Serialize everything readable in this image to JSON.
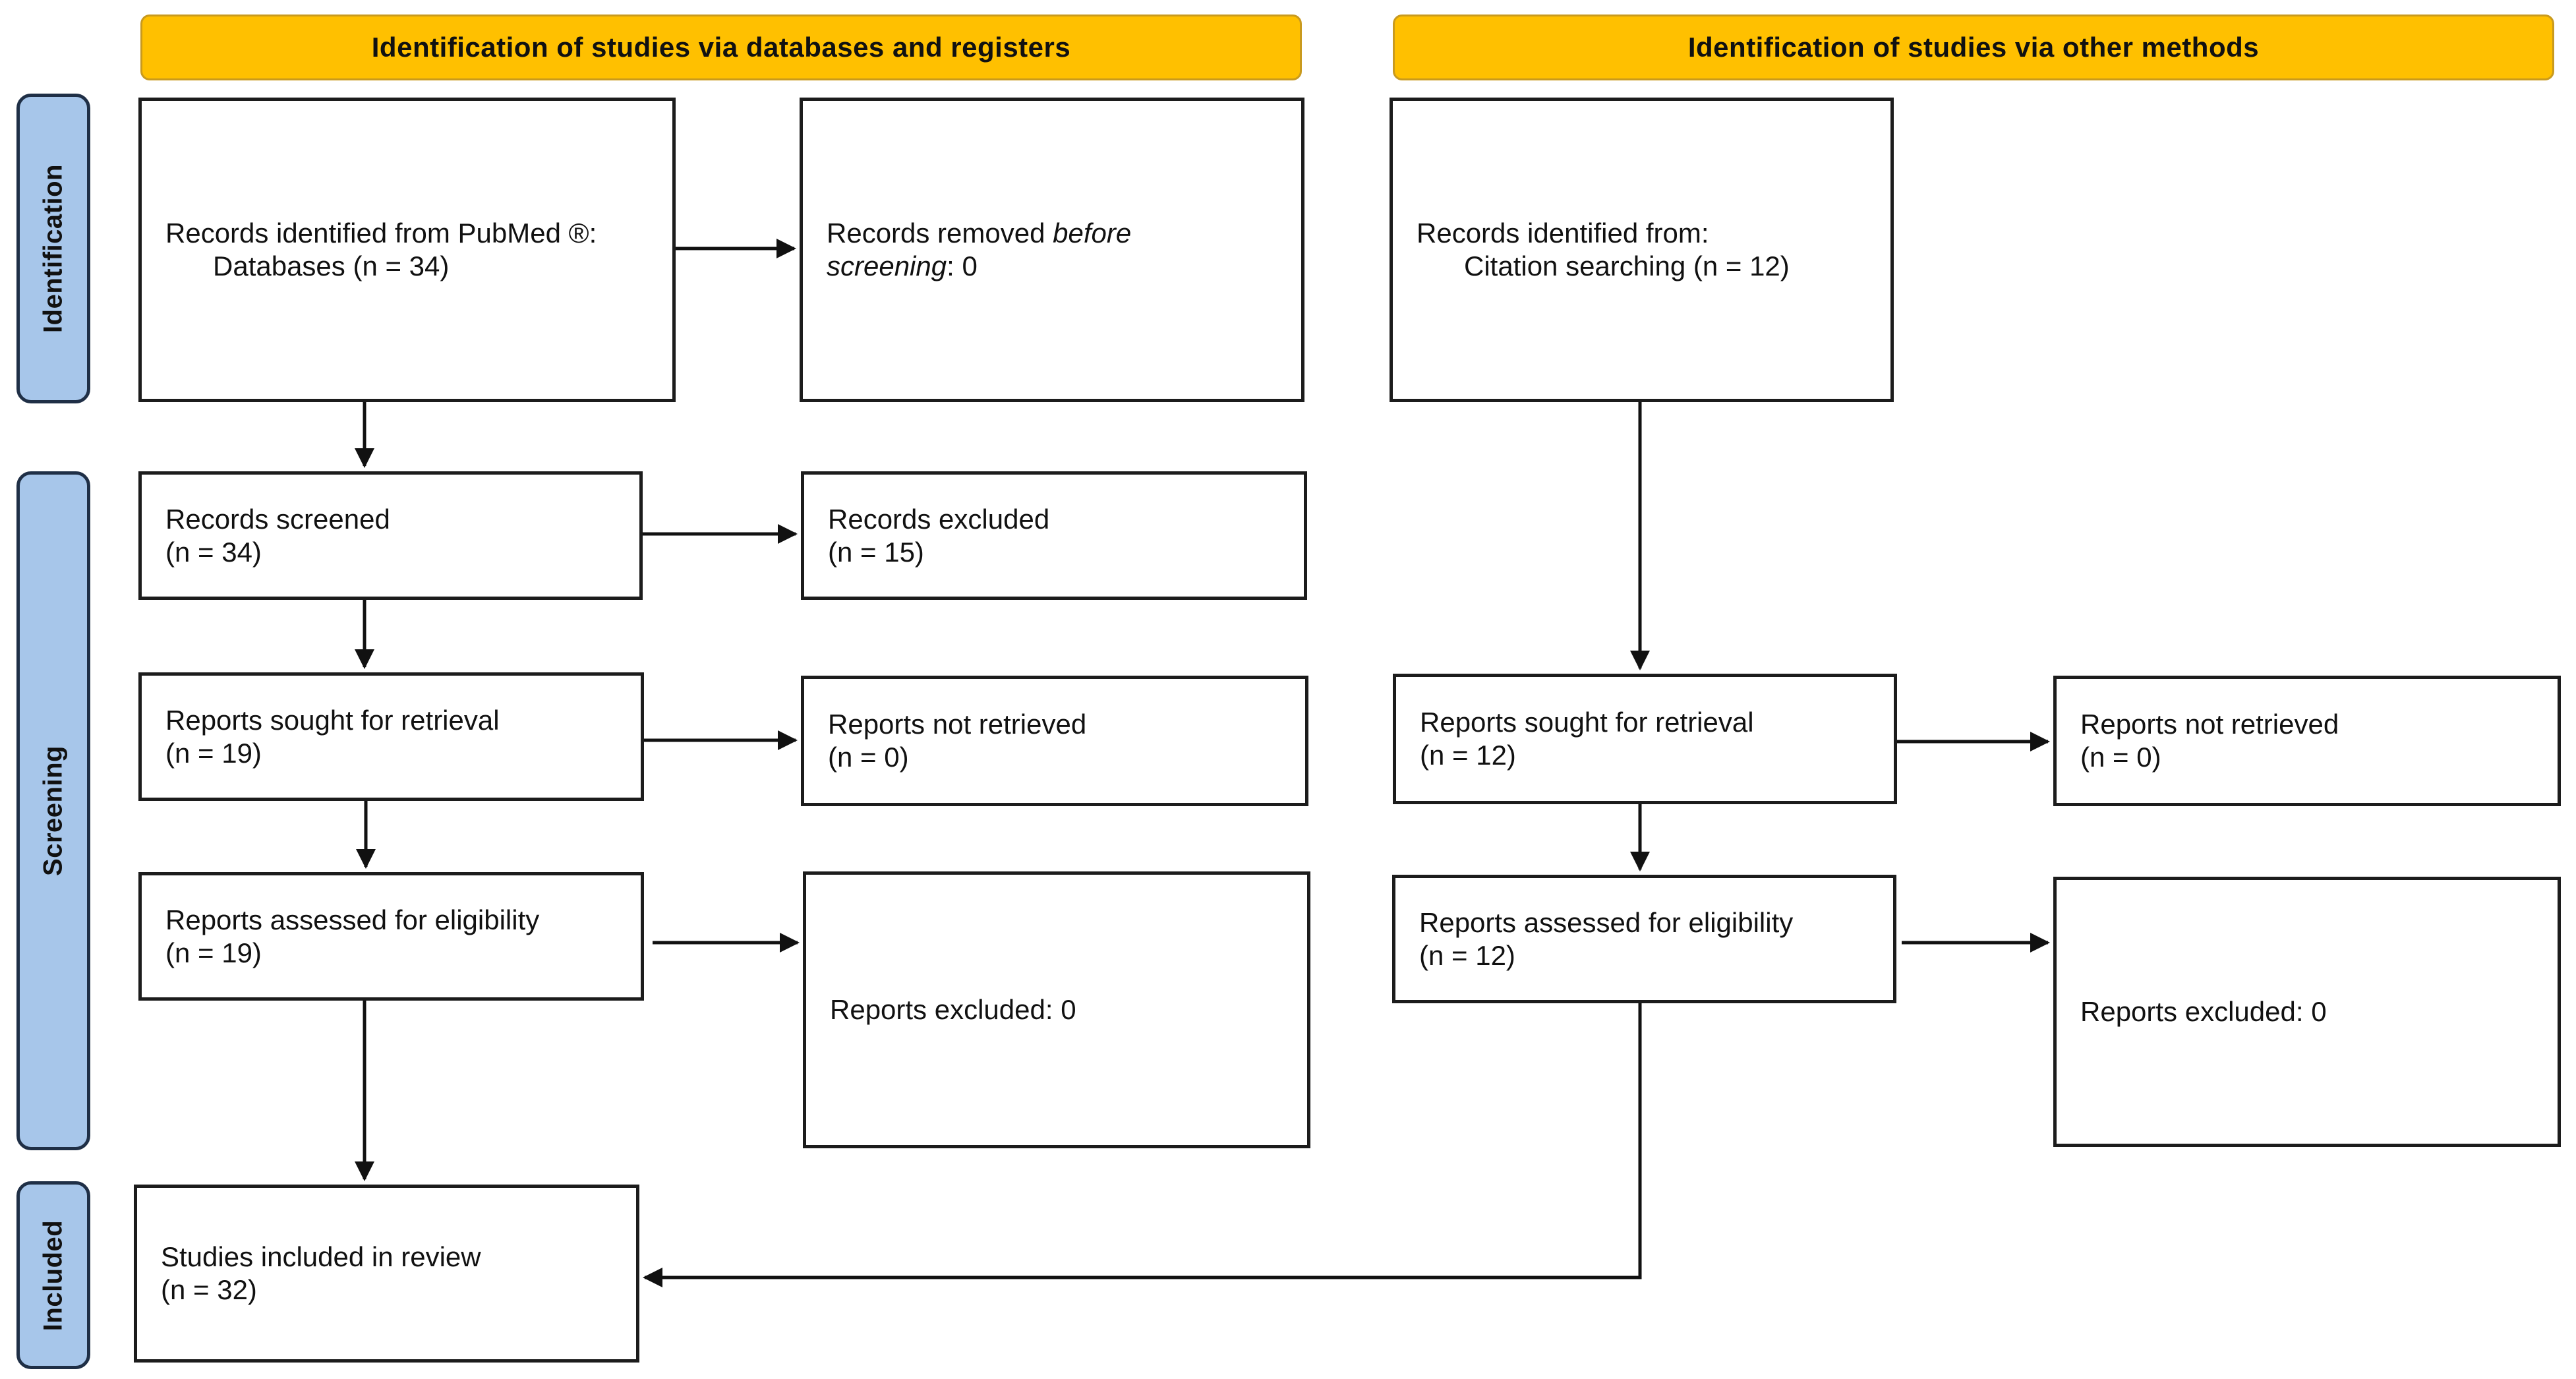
{
  "headers": {
    "databases": "Identification of studies via databases and registers",
    "other": "Identification of studies via other methods"
  },
  "phases": {
    "identification": "Identification",
    "screening": "Screening",
    "included": "Included"
  },
  "db": {
    "identified_line1": "Records identified from PubMed ®:",
    "identified_line2": "Databases (n = 34)",
    "removed_text1": "Records removed ",
    "removed_italic1": "before",
    "removed_italic2": "screening",
    "removed_text2": ": 0",
    "screened_label": "Records screened",
    "screened_n": "(n = 34)",
    "excluded_label": "Records excluded",
    "excluded_n": "(n = 15)",
    "sought_label": "Reports sought for retrieval",
    "sought_n": "(n = 19)",
    "not_retrieved_label": "Reports not retrieved",
    "not_retrieved_n": "(n = 0)",
    "assessed_label": "Reports assessed for eligibility",
    "assessed_n": "(n = 19)",
    "reports_excluded": "Reports excluded: 0",
    "included_label": "Studies included in review",
    "included_n": "(n = 32)"
  },
  "other": {
    "identified_line1": "Records identified from:",
    "identified_line2": "Citation searching (n = 12)",
    "sought_label": "Reports sought for retrieval",
    "sought_n": "(n = 12)",
    "not_retrieved_label": "Reports not retrieved",
    "not_retrieved_n": "(n = 0)",
    "assessed_label": "Reports assessed for eligibility",
    "assessed_n": "(n = 12)",
    "reports_excluded": "Reports excluded: 0"
  },
  "colors": {
    "header_fill": "#ffc000",
    "phase_fill": "#a7c6ea",
    "line": "#1c1c1c"
  }
}
